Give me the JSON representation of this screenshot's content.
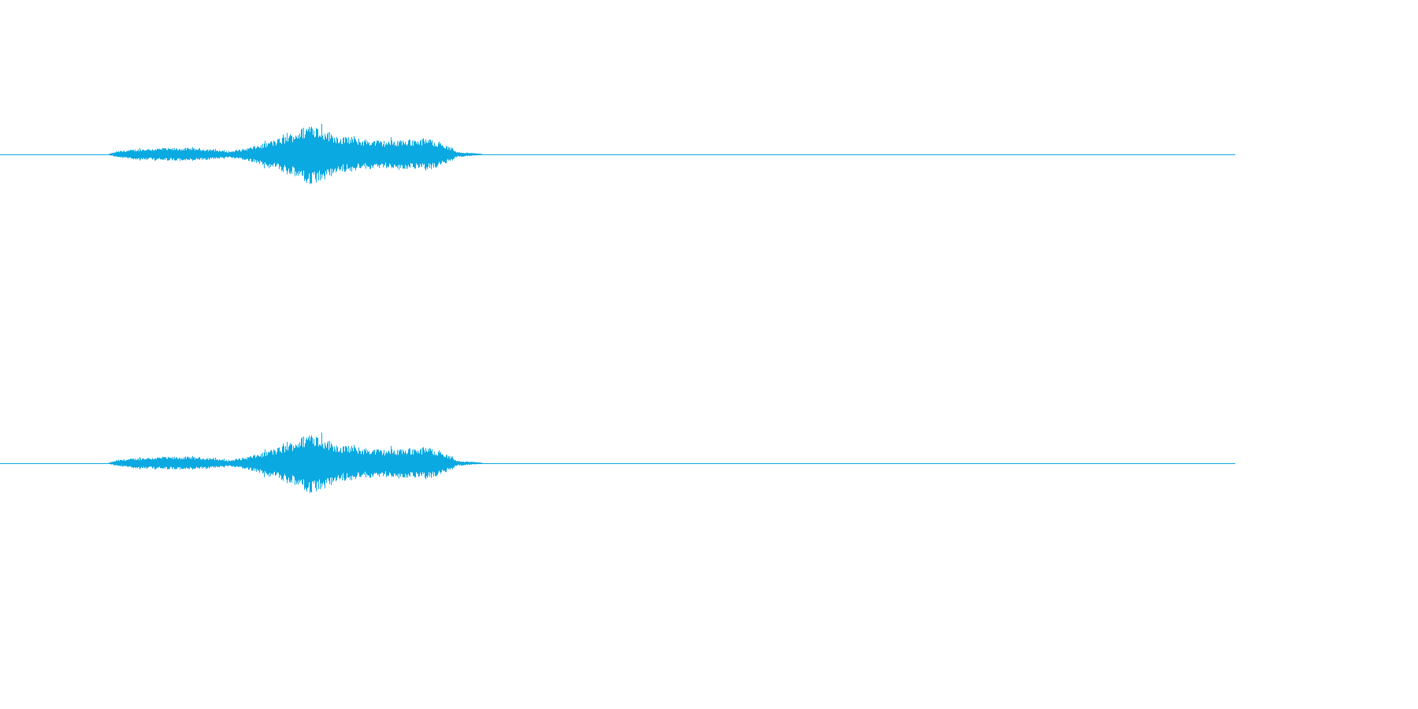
{
  "waveform": {
    "color": "#0aa9e1",
    "background": "#ffffff",
    "channels": [
      {
        "id": "channel-1"
      },
      {
        "id": "channel-2"
      }
    ],
    "envelope": {
      "duration_fraction_start": 0.088,
      "duration_fraction_end": 0.39,
      "amplitude_profile": [
        [
          0.088,
          0.02
        ],
        [
          0.095,
          0.1
        ],
        [
          0.11,
          0.16
        ],
        [
          0.13,
          0.19
        ],
        [
          0.15,
          0.2
        ],
        [
          0.17,
          0.17
        ],
        [
          0.185,
          0.09
        ],
        [
          0.2,
          0.2
        ],
        [
          0.215,
          0.35
        ],
        [
          0.23,
          0.55
        ],
        [
          0.245,
          0.82
        ],
        [
          0.252,
          1.0
        ],
        [
          0.26,
          0.8
        ],
        [
          0.275,
          0.55
        ],
        [
          0.29,
          0.48
        ],
        [
          0.31,
          0.42
        ],
        [
          0.33,
          0.45
        ],
        [
          0.345,
          0.5
        ],
        [
          0.355,
          0.4
        ],
        [
          0.362,
          0.25
        ],
        [
          0.37,
          0.08
        ],
        [
          0.39,
          0.02
        ]
      ]
    }
  }
}
